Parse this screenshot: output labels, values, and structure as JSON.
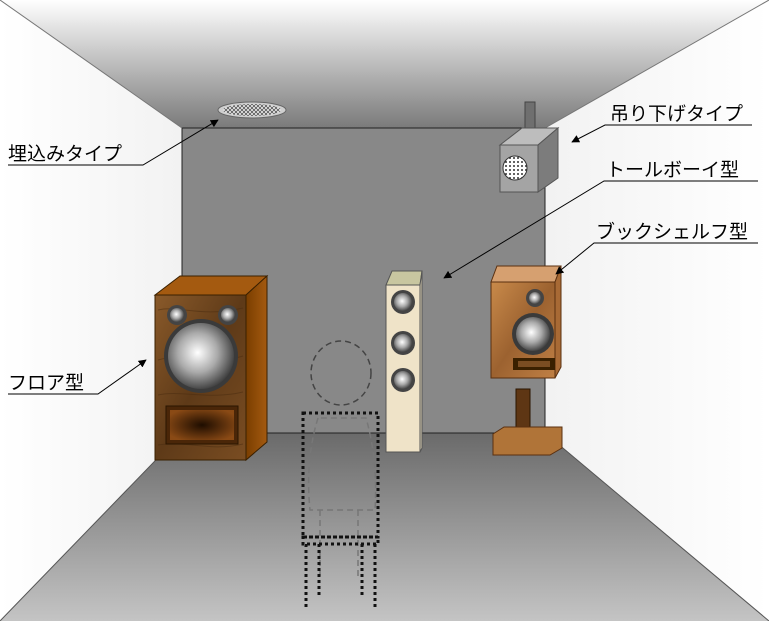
{
  "labels": {
    "in_ceiling": "埋込みタイプ",
    "hanging": "吊り下げタイプ",
    "tallboy": "トールボーイ型",
    "bookshelf": "ブックシェルフ型",
    "floor": "フロア型"
  },
  "colors": {
    "back_wall": "#888888",
    "wood_dark": "#6b3f12",
    "wood_light": "#b8743a",
    "cream": "#efe3c8",
    "metal": "#9a9a9a"
  }
}
